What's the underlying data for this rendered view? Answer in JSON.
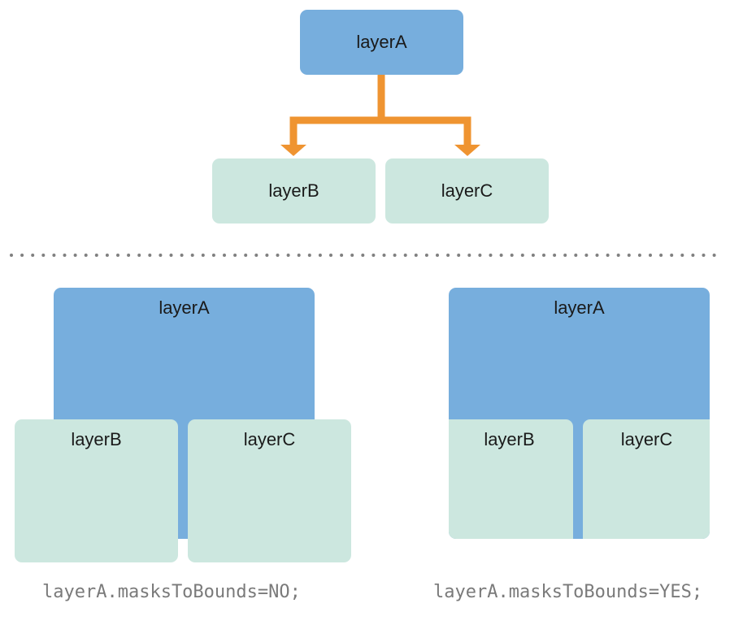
{
  "colors": {
    "parent_fill": "#77aedd",
    "child_fill": "#cce7df",
    "arrow": "#ef9431",
    "divider_dots": "#808080",
    "caption_text": "#7a7a7a"
  },
  "tree": {
    "root": "layerA",
    "children": [
      "layerB",
      "layerC"
    ]
  },
  "example_no_mask": {
    "parent": "layerA",
    "child_b": "layerB",
    "child_c": "layerC",
    "caption": "layerA.masksToBounds=NO;"
  },
  "example_mask": {
    "parent": "layerA",
    "child_b": "layerB",
    "child_c": "layerC",
    "caption": "layerA.masksToBounds=YES;"
  }
}
